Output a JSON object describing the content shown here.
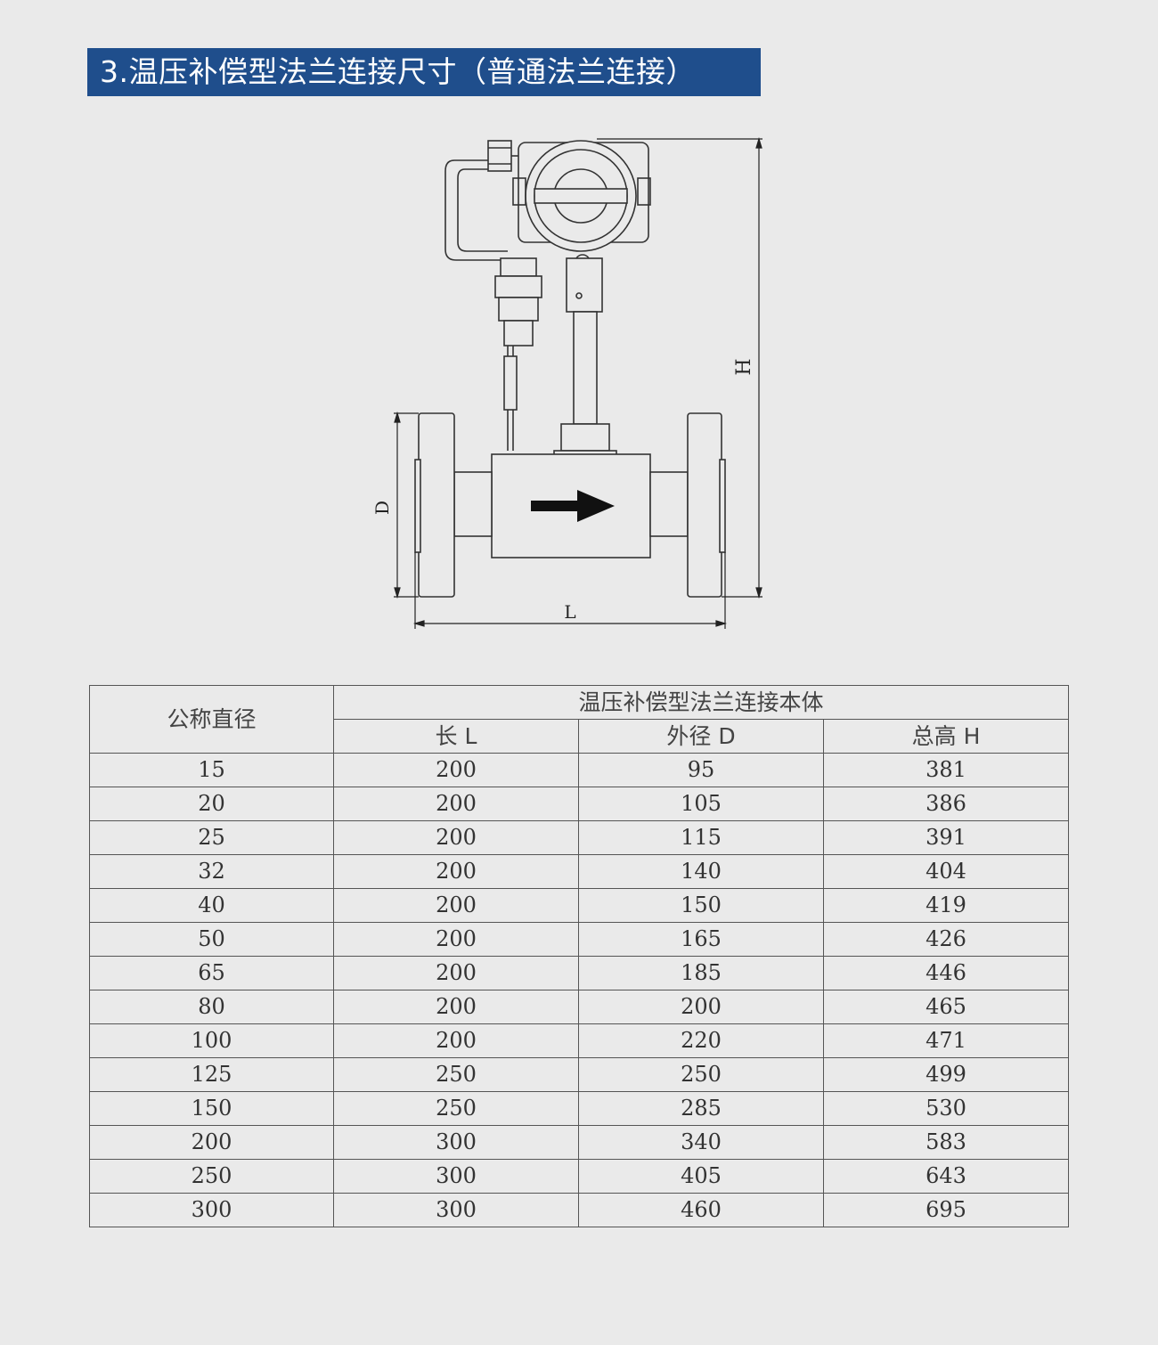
{
  "title": "3.温压补偿型法兰连接尺寸（普通法兰连接）",
  "diagram": {
    "label_h": "H",
    "label_d": "D",
    "label_l": "L"
  },
  "table": {
    "header_group": "温压补偿型法兰连接本体",
    "col_nominal": "公称直径",
    "col_length": "长 L",
    "col_outer": "外径 D",
    "col_height": "总高 H",
    "rows": [
      [
        "15",
        "200",
        "95",
        "381"
      ],
      [
        "20",
        "200",
        "105",
        "386"
      ],
      [
        "25",
        "200",
        "115",
        "391"
      ],
      [
        "32",
        "200",
        "140",
        "404"
      ],
      [
        "40",
        "200",
        "150",
        "419"
      ],
      [
        "50",
        "200",
        "165",
        "426"
      ],
      [
        "65",
        "200",
        "185",
        "446"
      ],
      [
        "80",
        "200",
        "200",
        "465"
      ],
      [
        "100",
        "200",
        "220",
        "471"
      ],
      [
        "125",
        "250",
        "250",
        "499"
      ],
      [
        "150",
        "250",
        "285",
        "530"
      ],
      [
        "200",
        "300",
        "340",
        "583"
      ],
      [
        "250",
        "300",
        "405",
        "643"
      ],
      [
        "300",
        "300",
        "460",
        "695"
      ]
    ]
  }
}
